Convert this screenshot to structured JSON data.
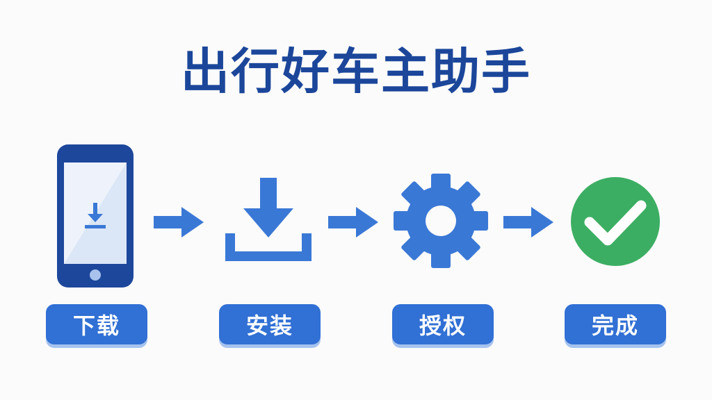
{
  "title": "出行好车主助手",
  "steps": [
    {
      "label": "下载",
      "icon": "phone-download-icon"
    },
    {
      "label": "安装",
      "icon": "install-download-icon"
    },
    {
      "label": "授权",
      "icon": "gear-icon"
    },
    {
      "label": "完成",
      "icon": "checkmark-circle-icon"
    }
  ],
  "colors": {
    "title": "#1b469a",
    "accent_blue": "#3a78d6",
    "phone_frame": "#1d479b",
    "label_bg": "#3170d4",
    "success_green": "#3cae63"
  }
}
